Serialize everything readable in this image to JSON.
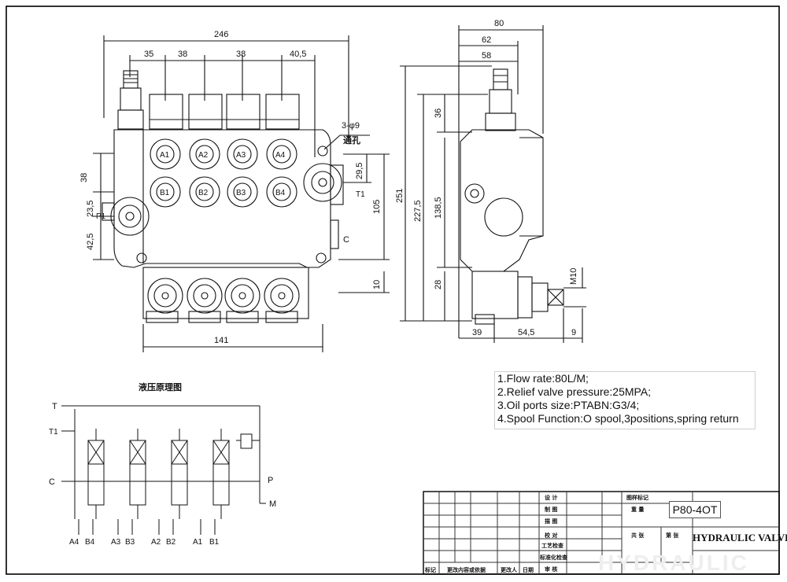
{
  "front_view": {
    "dims_top": {
      "overall": "246",
      "d1": "35",
      "d2": "38",
      "d3": "38",
      "d4": "40,5"
    },
    "dims_left": {
      "d_38": "38",
      "d_23_5": "23,5",
      "d_42_5": "42,5"
    },
    "dims_right": {
      "d_29_5": "29,5",
      "d_105": "105",
      "d_10": "10"
    },
    "dim_bottom": "141",
    "hole_note": "3-φ9",
    "hole_note2": "通孔",
    "ports_a": [
      "A1",
      "A2",
      "A3",
      "A4"
    ],
    "ports_b": [
      "B1",
      "B2",
      "B3",
      "B4"
    ],
    "port_t1": "T1",
    "port_p1": "P1",
    "port_c": "C"
  },
  "side_view": {
    "dims_top": {
      "d80": "80",
      "d62": "62",
      "d58": "58"
    },
    "dims_left": {
      "d251": "251",
      "d227_5": "227,5",
      "d36": "36",
      "d138_5": "138,5",
      "d28": "28"
    },
    "dims_bottom": {
      "d39": "39",
      "d54_5": "54,5",
      "d9": "9"
    },
    "thread": "M10"
  },
  "schematic": {
    "title": "液压原理图",
    "t_label": "T",
    "t1_label": "T1",
    "c_label": "C",
    "p_label": "P",
    "m_label": "M",
    "bottom_labels": [
      "A4",
      "B4",
      "A3",
      "B3",
      "A2",
      "B2",
      "A1",
      "B1"
    ]
  },
  "specs": [
    "1.Flow rate:80L/M;",
    "2.Relief valve pressure:25MPA;",
    "3.Oil ports size:PTABN:G3/4;",
    "4.Spool Function:O spool,3positions,spring return"
  ],
  "title_block": {
    "model": "P80-4OT",
    "product_name": "HYDRAULIC VALVE",
    "watermark": "HYDRAULIC",
    "rows_left": [
      "设 计",
      "制 图",
      "描 图",
      "校 对",
      "工艺检查",
      "标准化检查",
      "审 核"
    ],
    "top_right": [
      "图样标记",
      "重 量"
    ],
    "share_labels": [
      "共 张",
      "第 张"
    ],
    "footer": [
      "标记",
      "更改内容或依据",
      "更改人",
      "日期"
    ]
  },
  "colors": {
    "line": "#111111",
    "frame": "#000000",
    "grid": "#444444"
  }
}
